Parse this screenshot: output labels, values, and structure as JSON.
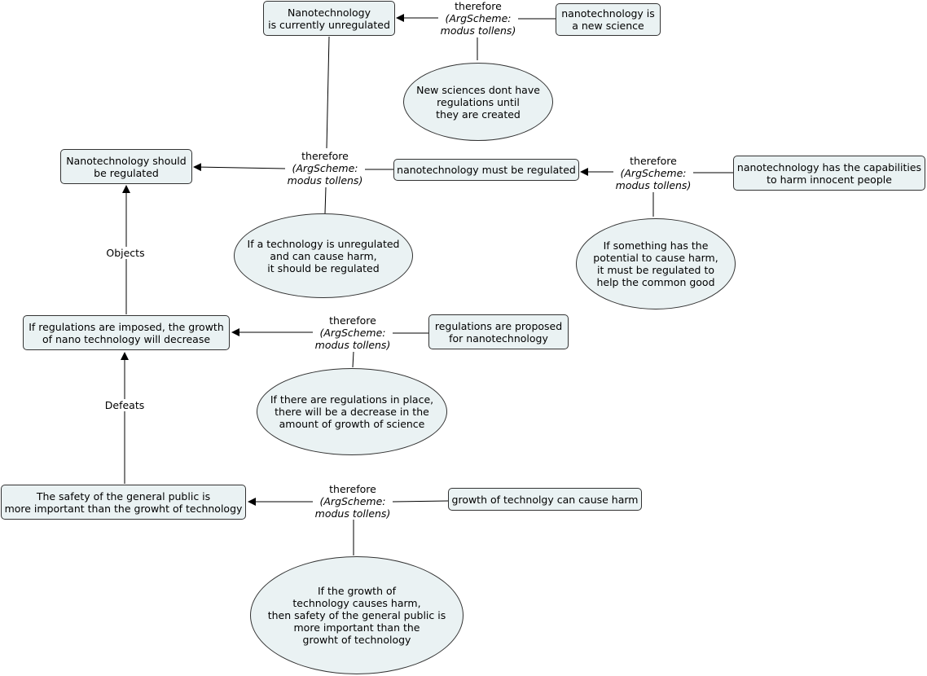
{
  "nodes": {
    "n_unregulated": "Nanotechnology\nis currently unregulated",
    "n_new_science": "nanotechnology is\na new science",
    "p_new_sciences": "New sciences dont have\nregulations until\nthey are created",
    "n_should": "Nanotechnology should\nbe regulated",
    "n_must": "nanotechnology must be regulated",
    "n_capabilities": "nanotechnology has the capabilities\nto harm innocent people",
    "p_unregulated_harm": "If a technology is unregulated\nand can cause harm,\nit should be regulated",
    "p_potential_harm": "If something has the\npotential to cause harm,\nit must be regulated to\nhelp the common good",
    "n_growth_decrease": "If regulations are imposed, the growth\nof nano technology will decrease",
    "n_proposed": "regulations are proposed\nfor nanotechnology",
    "p_regulations_in_place": "If there are regulations in place,\nthere will be a decrease in the\namount of growth of science",
    "n_safety": "The safety of the general public is\nmore important than the growht of technology",
    "n_growth_harm": "growth of technolgy can cause harm",
    "p_growth_causes_harm": "If the growth of\ntechnology causes harm,\nthen safety of the general public is\nmore important than the\ngrowht of technology"
  },
  "links": {
    "therefore_word": "therefore",
    "scheme_text": "(ArgScheme:\nmodus tollens)",
    "objects": "Objects",
    "defeats": "Defeats"
  },
  "colors": {
    "node_fill": "#eaf2f3",
    "node_border": "#333333",
    "line": "#000000"
  }
}
